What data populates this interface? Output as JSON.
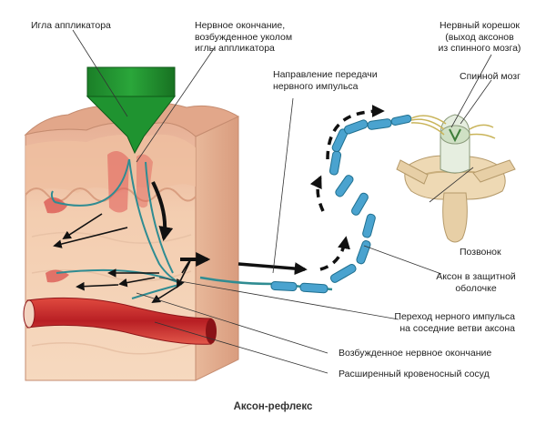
{
  "labels": {
    "needle": "Игла аппликатора",
    "nerve_ending_line1": "Нервное окончание,",
    "nerve_ending_line2": "возбужденное уколом",
    "nerve_ending_line3": "иглы аппликатора",
    "direction_line1": "Направление передачи",
    "direction_line2": "нервного импульса",
    "root_line1": "Нервный корешок",
    "root_line2": "(выход аксонов",
    "root_line3": "из спинного мозга)",
    "spinal_cord": "Спинной мозг",
    "vertebra": "Позвонок",
    "axon_line1": "Аксон в защитной",
    "axon_line2": "оболочке",
    "transition_line1": "Переход нерного импульса",
    "transition_line2": "на соседние ветви аксона",
    "excited_ending": "Возбужденное нервное окончание",
    "vessel": "Расширенный кровеносный сосуд"
  },
  "caption": "Аксон-рефлекс",
  "colors": {
    "needle": "#1e8f2e",
    "skin_top": "#e9b79c",
    "skin_mid": "#f1c9a8",
    "nerve": "#2f8c92",
    "axon_sheath": "#3e98c2",
    "vessel": "#c9262b",
    "arrow": "#111111"
  }
}
